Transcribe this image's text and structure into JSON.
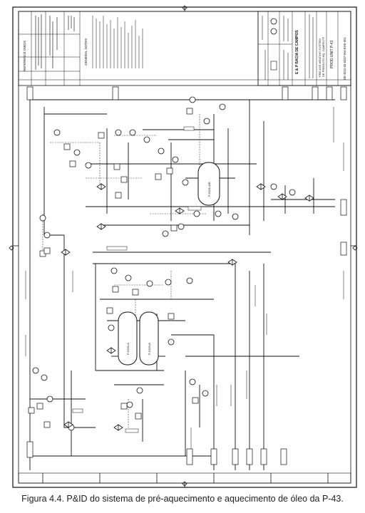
{
  "drawing": {
    "title_block": {
      "company": "E & P BACIA DE CAMPOS",
      "title_line_1": "PRE AND HEATING SYSTEM",
      "title_line_2": "DE PRODUTO AQ. CAMPO FF",
      "unit": "PROD UNIT P-43",
      "drawing_number": "DE-3010.00-5337-944-EHS-001"
    },
    "general_notes_heading": "GENERAL NOTES",
    "revisions_heading": "REFERENCE DWGS",
    "equipment": [
      {
        "tag": "P-5305-A/B",
        "type": "vessel"
      },
      {
        "tag": "P-5320-A",
        "type": "heat-exchanger"
      },
      {
        "tag": "P-5320-B",
        "type": "heat-exchanger"
      }
    ]
  },
  "caption": "Figura 4.4. P&ID do sistema de pré-aquecimento e aquecimento de óleo da P-43."
}
